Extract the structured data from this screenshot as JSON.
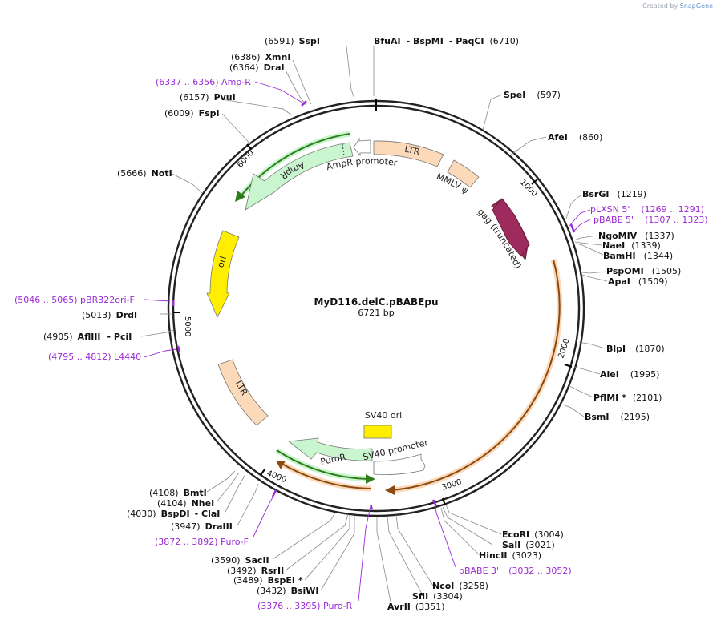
{
  "credit": {
    "prefix": "Created by",
    "brand": "SnapGene"
  },
  "plasmid": {
    "name": "MyD116.delC.pBABEpu",
    "size_label": "6721 bp"
  },
  "ticks": [
    "1000",
    "2000",
    "3000",
    "4000",
    "5000",
    "6000"
  ],
  "features": {
    "ltr_top": "LTR",
    "mmlv": "MMLV ψ",
    "gag": "gag (truncated)",
    "ampr_promoter": "AmpR promoter",
    "ampr": "AmpR",
    "ori": "ori",
    "ltr_bottom": "LTR",
    "sv40_ori": "SV40 ori",
    "sv40_promoter": "SV40 promoter",
    "puror": "PuroR"
  },
  "sites": {
    "sspi": {
      "pos": "(6591)",
      "name": "SspI"
    },
    "top": {
      "name1": "BfuAI",
      "name2": "- BspMI",
      "name3": "- PaqCI",
      "pos": "(6710)"
    },
    "xmni": {
      "pos": "(6386)",
      "name": "XmnI"
    },
    "drai": {
      "pos": "(6364)",
      "name": "DraI"
    },
    "pvui": {
      "pos": "(6157)",
      "name": "PvuI"
    },
    "fspi": {
      "pos": "(6009)",
      "name": "FspI"
    },
    "noti": {
      "pos": "(5666)",
      "name": "NotI"
    },
    "drdi": {
      "pos": "(5013)",
      "name": "DrdI"
    },
    "afliii": {
      "pos": "(4905)",
      "name": "AflIII",
      "name2": "- PciI"
    },
    "bmti": {
      "pos": "(4108)",
      "name": "BmtI"
    },
    "nhei": {
      "pos": "(4104)",
      "name": "NheI"
    },
    "bspdi": {
      "pos": "(4030)",
      "name": "BspDI",
      "name2": "- ClaI"
    },
    "draiii": {
      "pos": "(3947)",
      "name": "DraIII"
    },
    "sacii": {
      "pos": "(3590)",
      "name": "SacII"
    },
    "rsrii": {
      "pos": "(3492)",
      "name": "RsrII"
    },
    "bspei": {
      "pos": "(3489)",
      "name": "BspEI *"
    },
    "bsiwi": {
      "pos": "(3432)",
      "name": "BsiWI"
    },
    "avrii": {
      "name": "AvrII",
      "pos": "(3351)"
    },
    "sfii": {
      "name": "SfiI",
      "pos": "(3304)"
    },
    "ncoi": {
      "name": "NcoI",
      "pos": "(3258)"
    },
    "ecori": {
      "name": "EcoRI",
      "pos": "(3004)"
    },
    "sali": {
      "name": "SalI",
      "pos": "(3021)"
    },
    "hincii": {
      "name": "HincII",
      "pos": "(3023)"
    },
    "spei": {
      "name": "SpeI",
      "pos": "(597)"
    },
    "afei": {
      "name": "AfeI",
      "pos": "(860)"
    },
    "bsrgi": {
      "name": "BsrGI",
      "pos": "(1219)"
    },
    "ngomiv": {
      "name": "NgoMIV",
      "pos": "(1337)"
    },
    "naei": {
      "name": "NaeI",
      "pos": "(1339)"
    },
    "bamhi": {
      "name": "BamHI",
      "pos": "(1344)"
    },
    "pspomi": {
      "name": "PspOMI",
      "pos": "(1505)"
    },
    "apai": {
      "name": "ApaI",
      "pos": "(1509)"
    },
    "blpi": {
      "name": "BlpI",
      "pos": "(1870)"
    },
    "alei": {
      "name": "AleI",
      "pos": "(1995)"
    },
    "pflmi": {
      "name": "PflMI *",
      "pos": "(2101)"
    },
    "bsmi": {
      "name": "BsmI",
      "pos": "(2195)"
    }
  },
  "primers": {
    "ampr_r": "(6337 .. 6356)  Amp-R",
    "pbr322": "(5046 .. 5065)  pBR322ori-F",
    "l4440": "(4795 .. 4812)  L4440",
    "puro_f": "(3872 .. 3892)  Puro-F",
    "puro_r": "(3376 .. 3395)  Puro-R",
    "pbabe3": "pBABE 3'",
    "pbabe3_pos": "(3032 .. 3052)",
    "plxsn": "pLXSN 5'",
    "plxsn_pos": "(1269 .. 1291)",
    "pbabe5": "pBABE 5'",
    "pbabe5_pos": "(1307 .. 1323)"
  },
  "colors": {
    "backbone": "#222222",
    "ltr": "#fbd9b9",
    "mmlv": "#fbd9b9",
    "gag": "#9e2b5d",
    "ampr": "#c9f5cf",
    "ori": "#ffee00",
    "sv40_ori": "#ffee00",
    "puror": "#c9f5cf",
    "promoter": "#ffffff",
    "orf_orange": "#8a4a10",
    "orf_green": "#2e7d1a",
    "primer": "#9b2bd6"
  }
}
